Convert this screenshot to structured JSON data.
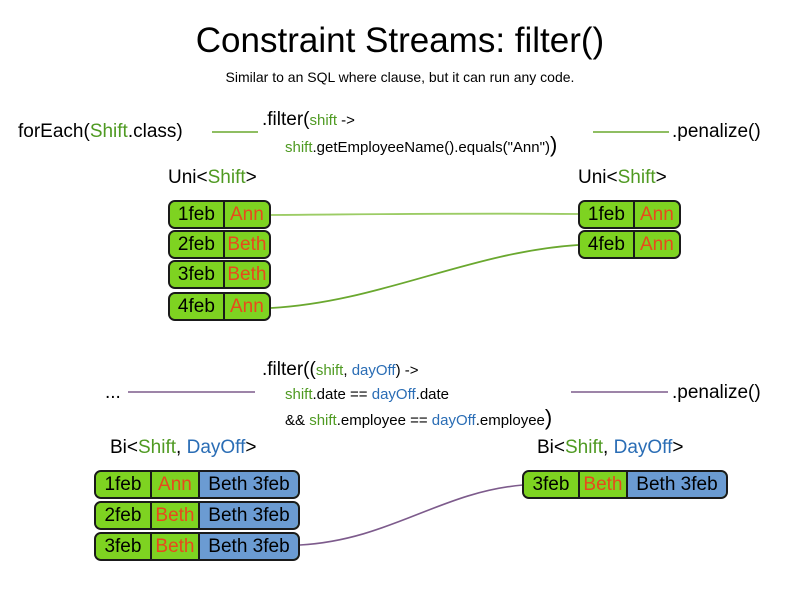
{
  "header": {
    "title": "Constraint Streams: filter()",
    "subtitle": "Similar to an SQL where clause, but it can run any code."
  },
  "colors": {
    "green_text": "#4f9a22",
    "blue_text": "#2a6db5",
    "orange_text": "#e8491d",
    "box_green": "#7ed321",
    "box_blue": "#6b9bd2",
    "box_border": "#1a1a1a",
    "link_green": "#6aa82f",
    "link_purple": "#7d5b8c"
  },
  "section_uni": {
    "source_call": {
      "prefix": "forEach(",
      "type": "Shift",
      "suffix": ".class)"
    },
    "filter": {
      "line1_prefix": ".filter(",
      "line1_param": "shift",
      "line1_suffix": " ->",
      "line2_param": "shift",
      "line2_body": ".getEmployeeName().equals(\"Ann\")",
      "line2_close": ")"
    },
    "terminal_call": ".penalize()",
    "left_stream_label": {
      "prefix": "Uni<",
      "type": "Shift",
      "suffix": ">"
    },
    "right_stream_label": {
      "prefix": "Uni<",
      "type": "Shift",
      "suffix": ">"
    },
    "left_tuples": [
      {
        "date": "1feb",
        "name": "Ann"
      },
      {
        "date": "2feb",
        "name": "Beth"
      },
      {
        "date": "3feb",
        "name": "Beth"
      },
      {
        "date": "4feb",
        "name": "Ann"
      }
    ],
    "right_tuples": [
      {
        "date": "1feb",
        "name": "Ann"
      },
      {
        "date": "4feb",
        "name": "Ann"
      }
    ]
  },
  "section_bi": {
    "source_call": "...",
    "filter": {
      "line1_prefix": ".filter((",
      "line1_param_a": "shift",
      "line1_comma": ", ",
      "line1_param_b": "dayOff",
      "line1_suffix": ") ->",
      "line2_param_a": "shift",
      "line2_mid": ".date == ",
      "line2_param_b": "dayOff",
      "line2_tail": ".date",
      "line3_prefix": "&& ",
      "line3_param_a": "shift",
      "line3_mid": ".employee == ",
      "line3_param_b": "dayOff",
      "line3_tail": ".employee",
      "line3_close": ")"
    },
    "terminal_call": ".penalize()",
    "left_stream_label": {
      "prefix": "Bi<",
      "type_a": "Shift",
      "comma": ", ",
      "type_b": "DayOff",
      "suffix": ">"
    },
    "right_stream_label": {
      "prefix": "Bi<",
      "type_a": "Shift",
      "comma": ", ",
      "type_b": "DayOff",
      "suffix": ">"
    },
    "left_tuples": [
      {
        "date": "1feb",
        "name": "Ann",
        "dayoff": "Beth 3feb"
      },
      {
        "date": "2feb",
        "name": "Beth",
        "dayoff": "Beth 3feb"
      },
      {
        "date": "3feb",
        "name": "Beth",
        "dayoff": "Beth 3feb"
      }
    ],
    "right_tuples": [
      {
        "date": "3feb",
        "name": "Beth",
        "dayoff": "Beth 3feb"
      }
    ]
  }
}
